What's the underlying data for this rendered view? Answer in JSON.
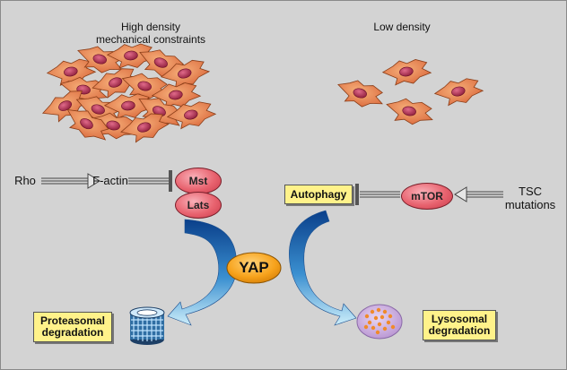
{
  "labels": {
    "high_density_line1": "High density",
    "high_density_line2": "mechanical constraints",
    "low_density": "Low density",
    "rho": "Rho",
    "f_actin": "F-actin",
    "mst": "Mst",
    "lats": "Lats",
    "autophagy": "Autophagy",
    "mtor": "mTOR",
    "tsc_line1": "TSC",
    "tsc_line2": "mutations",
    "yap": "YAP",
    "proteasomal_line1": "Proteasomal",
    "proteasomal_line2": "degradation",
    "lysosomal_line1": "Lysosomal",
    "lysosomal_line2": "degradation"
  },
  "colors": {
    "background": "#d3d3d3",
    "cell_body": "#e8864a",
    "cell_nucleus": "#b02a4a",
    "kinase_oval": "#e8636f",
    "yap_oval": "#f7a21b",
    "label_box": "#fff28a",
    "arrow_gradient_start": "#0a3f8a",
    "arrow_gradient_end": "#bfe4f5"
  },
  "icons": {
    "proteasome": "proteasome-barrel-icon",
    "lysosome": "lysosome-vesicle-icon",
    "cells": "fibroblast-cell-icon"
  }
}
